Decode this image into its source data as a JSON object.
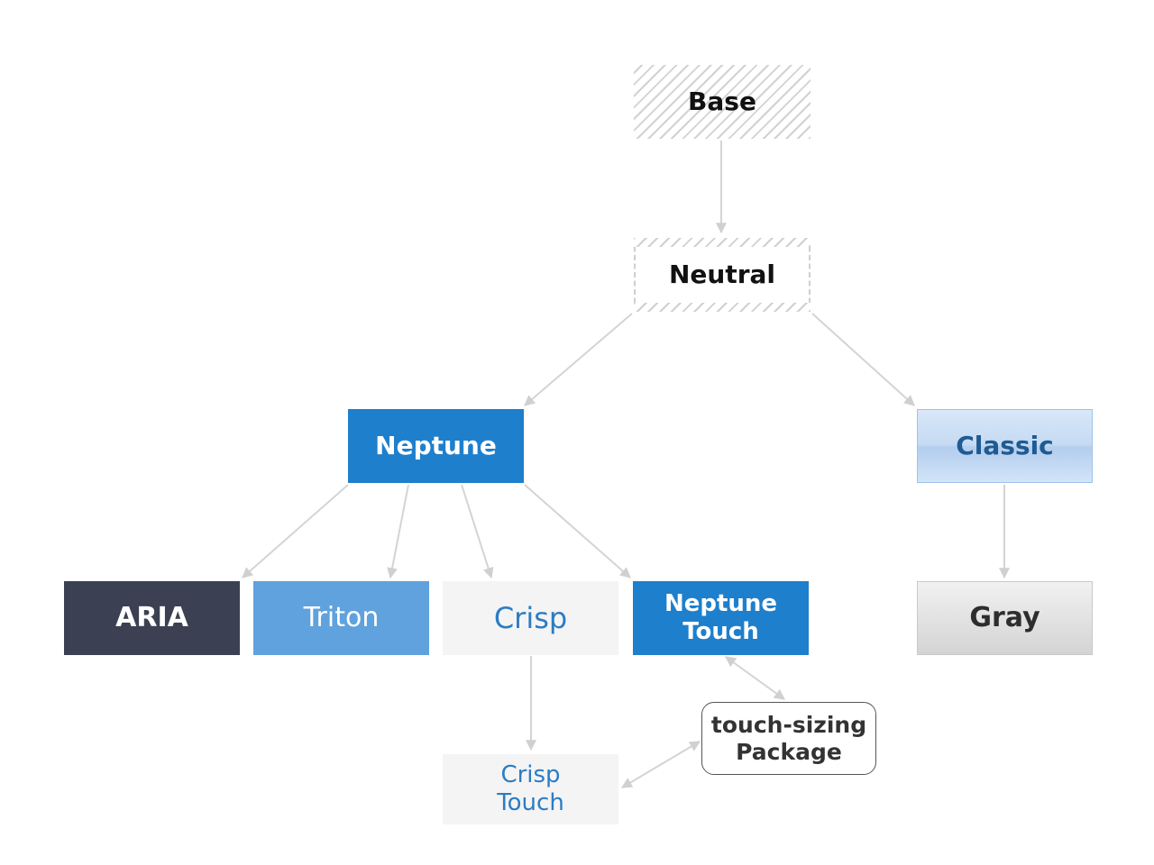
{
  "nodes": {
    "base": "Base",
    "neutral": "Neutral",
    "neptune": "Neptune",
    "classic": "Classic",
    "aria": "ARIA",
    "triton": "Triton",
    "crisp": "Crisp",
    "neptune_touch": "Neptune\nTouch",
    "gray": "Gray",
    "crisp_touch": "Crisp\nTouch",
    "touch_sizing_package": "touch-sizing\nPackage"
  },
  "edges": [
    {
      "from": "Base",
      "to": "Neutral"
    },
    {
      "from": "Neutral",
      "to": "Neptune"
    },
    {
      "from": "Neutral",
      "to": "Classic"
    },
    {
      "from": "Neptune",
      "to": "ARIA"
    },
    {
      "from": "Neptune",
      "to": "Triton"
    },
    {
      "from": "Neptune",
      "to": "Crisp"
    },
    {
      "from": "Neptune",
      "to": "Neptune Touch"
    },
    {
      "from": "Classic",
      "to": "Gray"
    },
    {
      "from": "Crisp",
      "to": "Crisp Touch"
    },
    {
      "from": "touch-sizing Package",
      "to": "Neptune Touch",
      "bidirectional": true
    },
    {
      "from": "touch-sizing Package",
      "to": "Crisp Touch",
      "bidirectional": true
    }
  ],
  "colors": {
    "neptune": "#1e7fcc",
    "aria": "#3b4152",
    "triton": "#5fa2dd",
    "crisp_text": "#2b7cc4",
    "classic_text": "#1f5a92",
    "edge": "#d4d4d4"
  }
}
